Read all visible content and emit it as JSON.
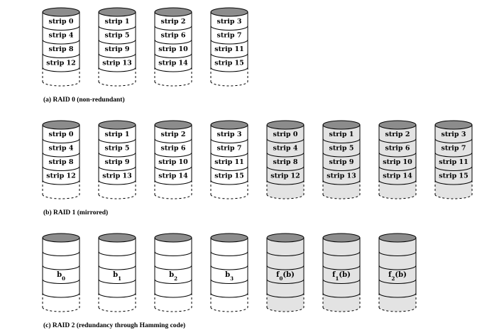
{
  "colors": {
    "disk_top": "#8c8c8c",
    "data_fill": "#ffffff",
    "redundant_fill": "#e3e3e3",
    "stroke": "#000000"
  },
  "panels": [
    {
      "caption": "(a) RAID 0 (non-redundant)",
      "disks": [
        {
          "redundant": false,
          "labels": [
            "strip 0",
            "strip 4",
            "strip 8",
            "strip 12"
          ]
        },
        {
          "redundant": false,
          "labels": [
            "strip 1",
            "strip 5",
            "strip 9",
            "strip 13"
          ]
        },
        {
          "redundant": false,
          "labels": [
            "strip 2",
            "strip 6",
            "strip 10",
            "strip 14"
          ]
        },
        {
          "redundant": false,
          "labels": [
            "strip 3",
            "strip 7",
            "strip 11",
            "strip 15"
          ]
        }
      ]
    },
    {
      "caption": "(b) RAID 1 (mirrored)",
      "disks": [
        {
          "redundant": false,
          "labels": [
            "strip 0",
            "strip 4",
            "strip 8",
            "strip 12"
          ]
        },
        {
          "redundant": false,
          "labels": [
            "strip 1",
            "strip 5",
            "strip 9",
            "strip 13"
          ]
        },
        {
          "redundant": false,
          "labels": [
            "strip 2",
            "strip 6",
            "strip 10",
            "strip 14"
          ]
        },
        {
          "redundant": false,
          "labels": [
            "strip 3",
            "strip 7",
            "strip 11",
            "strip 15"
          ]
        },
        {
          "redundant": true,
          "labels": [
            "strip 0",
            "strip 4",
            "strip 8",
            "strip 12"
          ]
        },
        {
          "redundant": true,
          "labels": [
            "strip 1",
            "strip 5",
            "strip 9",
            "strip 13"
          ]
        },
        {
          "redundant": true,
          "labels": [
            "strip 2",
            "strip 6",
            "strip 10",
            "strip 14"
          ]
        },
        {
          "redundant": true,
          "labels": [
            "strip 3",
            "strip 7",
            "strip 11",
            "strip 15"
          ]
        }
      ]
    },
    {
      "caption": "(c) RAID 2 (redundancy through Hamming code)",
      "disks": [
        {
          "redundant": false,
          "bit": {
            "base": "b",
            "sub": "0",
            "suffix": ""
          }
        },
        {
          "redundant": false,
          "bit": {
            "base": "b",
            "sub": "1",
            "suffix": ""
          }
        },
        {
          "redundant": false,
          "bit": {
            "base": "b",
            "sub": "2",
            "suffix": ""
          }
        },
        {
          "redundant": false,
          "bit": {
            "base": "b",
            "sub": "3",
            "suffix": ""
          }
        },
        {
          "redundant": true,
          "bit": {
            "base": "f",
            "sub": "0",
            "suffix": "(b)"
          }
        },
        {
          "redundant": true,
          "bit": {
            "base": "f",
            "sub": "1",
            "suffix": "(b)"
          }
        },
        {
          "redundant": true,
          "bit": {
            "base": "f",
            "sub": "2",
            "suffix": "(b)"
          }
        }
      ]
    }
  ]
}
